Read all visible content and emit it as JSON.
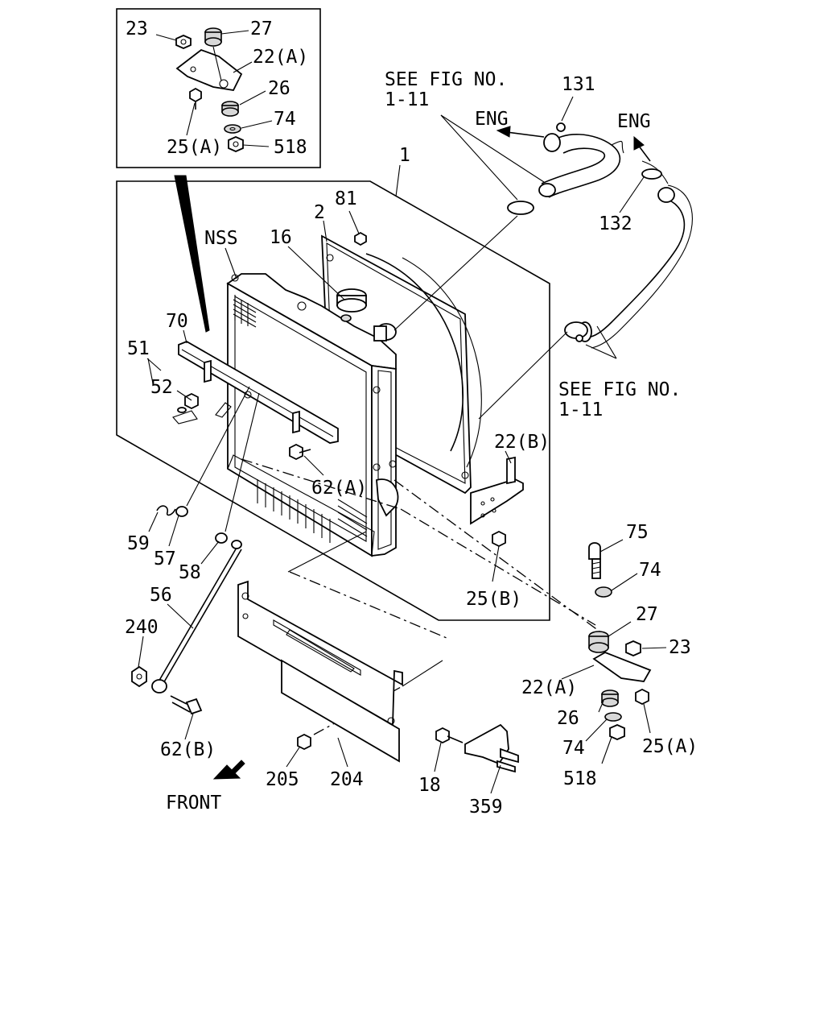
{
  "labels": {
    "inset": {
      "p23": "23",
      "p27": "27",
      "p22a": "22(A)",
      "p26": "26",
      "p25a": "25(A)",
      "p74": "74",
      "p518": "518"
    },
    "see_fig_top_line1": "SEE FIG NO.",
    "see_fig_top_line2": "1-11",
    "eng_left": "ENG",
    "eng_right": "ENG",
    "p131": "131",
    "p132": "132",
    "p1": "1",
    "p81": "81",
    "p2": "2",
    "nss": "NSS",
    "p16": "16",
    "p70": "70",
    "p51": "51",
    "p52": "52",
    "see_fig_right_line1": "SEE FIG NO.",
    "see_fig_right_line2": "1-11",
    "p22b": "22(B)",
    "p62a": "62(A)",
    "p59": "59",
    "p57": "57",
    "p58": "58",
    "p25b": "25(B)",
    "p75": "75",
    "p74": "74",
    "p56": "56",
    "p240": "240",
    "p27": "27",
    "p23": "23",
    "p22a": "22(A)",
    "p26": "26",
    "p74b": "74",
    "p25a": "25(A)",
    "p518": "518",
    "p62b": "62(B)",
    "p205": "205",
    "p204": "204",
    "p18": "18",
    "p359": "359",
    "front": "FRONT"
  }
}
